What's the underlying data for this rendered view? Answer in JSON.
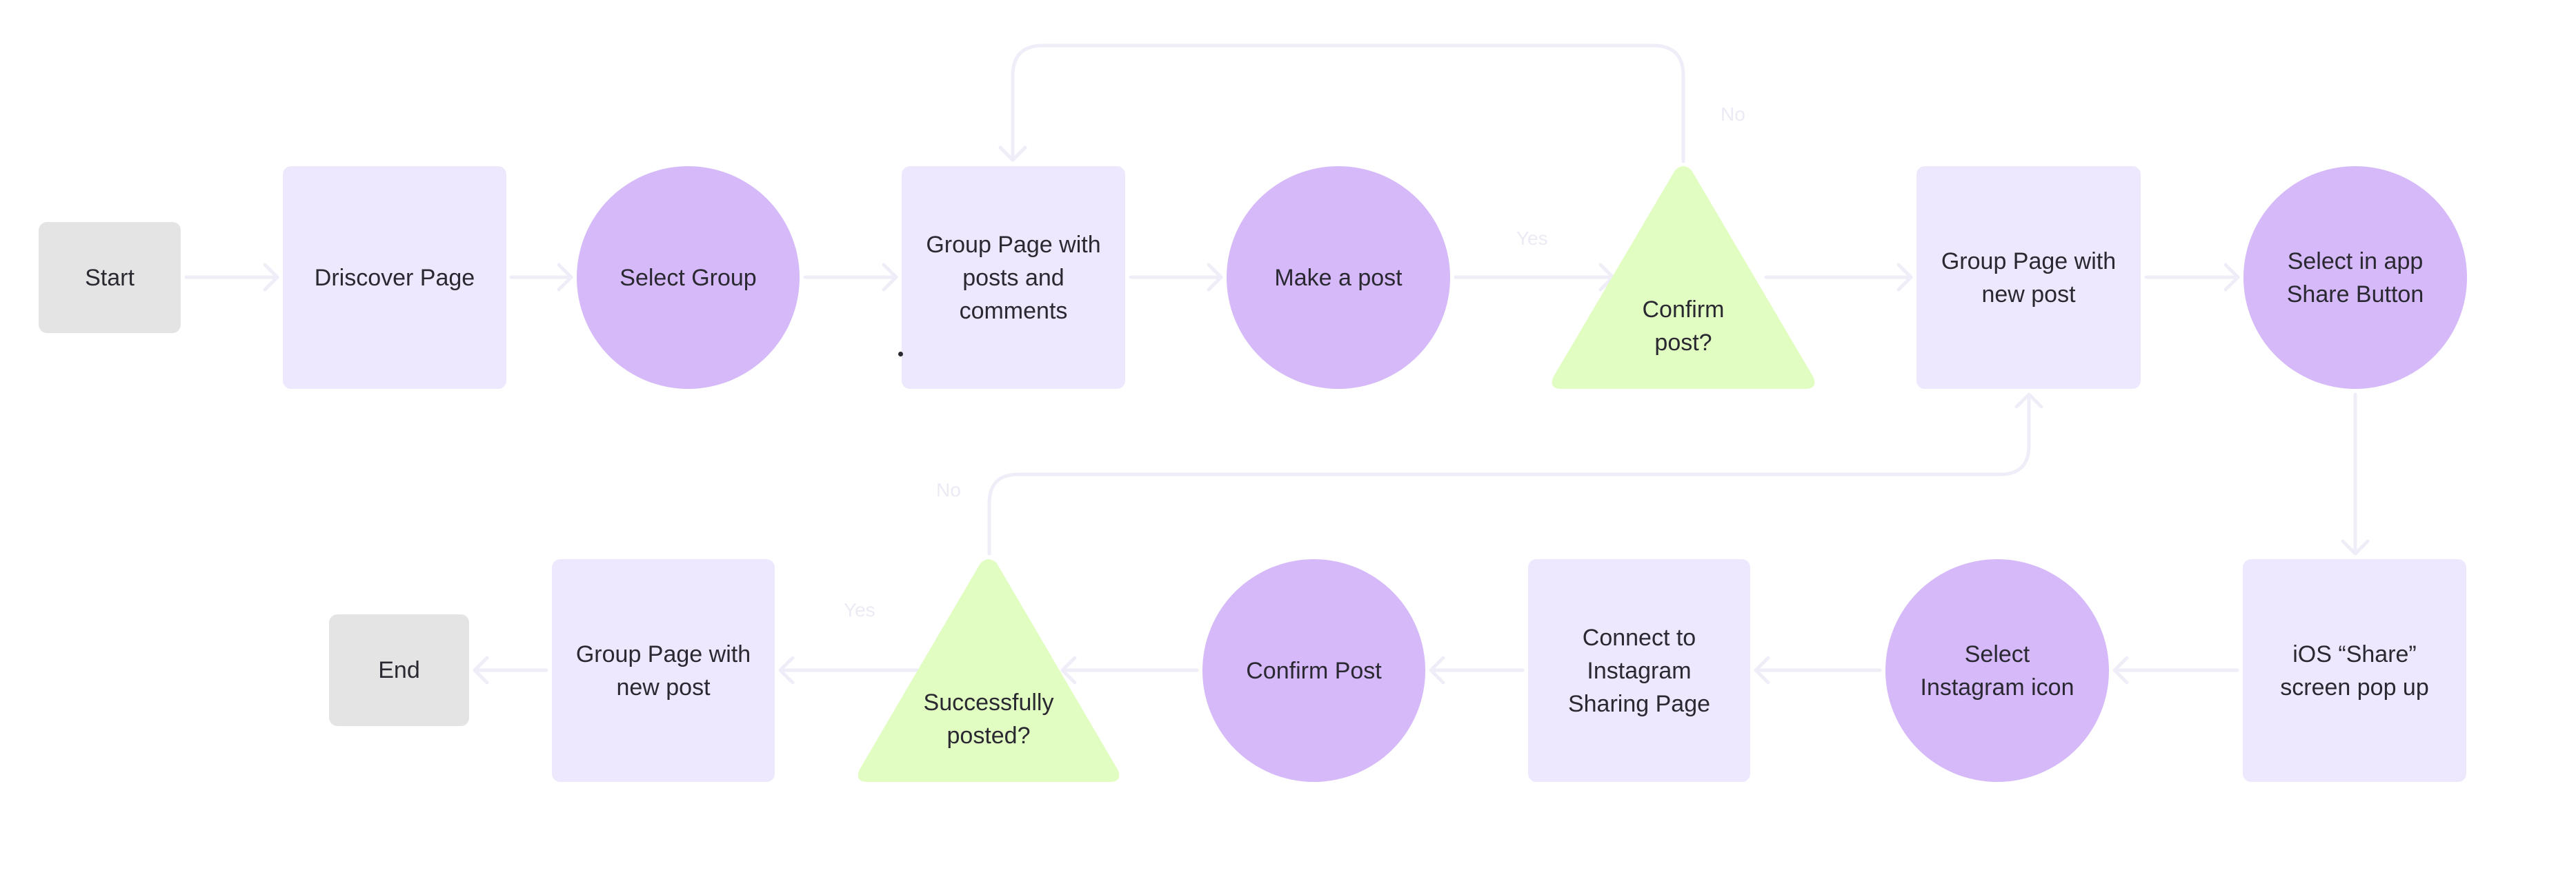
{
  "diagram": {
    "title": "Group post and Instagram share user flow",
    "colors": {
      "terminal": "#e4e4e4",
      "page": "#ede8fe",
      "action": "#d5b9f8",
      "decision": "#e1fdc1",
      "text": "#2a2831",
      "connector": "#efedf7"
    },
    "nodes": [
      {
        "id": "start",
        "type": "terminal",
        "label": "Start"
      },
      {
        "id": "discover",
        "type": "page",
        "label": "Driscover Page"
      },
      {
        "id": "select-group",
        "type": "action",
        "label": "Select Group"
      },
      {
        "id": "group-page-posts",
        "type": "page",
        "label": "Group Page with\nposts and\ncomments"
      },
      {
        "id": "make-post",
        "type": "action",
        "label": "Make a post"
      },
      {
        "id": "confirm-post-decision",
        "type": "decision",
        "label": "Confirm\npost?"
      },
      {
        "id": "group-page-new-post-top",
        "type": "page",
        "label": "Group Page with\nnew post"
      },
      {
        "id": "select-share",
        "type": "action",
        "label": "Select in app\nShare Button"
      },
      {
        "id": "ios-share",
        "type": "page",
        "label": "iOS “Share”\nscreen pop up"
      },
      {
        "id": "select-instagram",
        "type": "action",
        "label": "Select\nInstagram icon"
      },
      {
        "id": "connect-instagram",
        "type": "page",
        "label": "Connect to\nInstagram\nSharing Page"
      },
      {
        "id": "confirm-post",
        "type": "action",
        "label": "Confirm Post"
      },
      {
        "id": "success-decision",
        "type": "decision",
        "label": "Successfully\nposted?"
      },
      {
        "id": "group-page-new-post-bottom",
        "type": "page",
        "label": "Group Page with\nnew post"
      },
      {
        "id": "end",
        "type": "terminal",
        "label": "End"
      }
    ],
    "edges": [
      {
        "from": "start",
        "to": "discover",
        "label": ""
      },
      {
        "from": "discover",
        "to": "select-group",
        "label": ""
      },
      {
        "from": "select-group",
        "to": "group-page-posts",
        "label": ""
      },
      {
        "from": "group-page-posts",
        "to": "make-post",
        "label": ""
      },
      {
        "from": "make-post",
        "to": "confirm-post-decision",
        "label": "Yes"
      },
      {
        "from": "confirm-post-decision",
        "to": "group-page-posts",
        "label": "No"
      },
      {
        "from": "confirm-post-decision",
        "to": "group-page-new-post-top",
        "label": ""
      },
      {
        "from": "group-page-new-post-top",
        "to": "select-share",
        "label": ""
      },
      {
        "from": "select-share",
        "to": "ios-share",
        "label": ""
      },
      {
        "from": "ios-share",
        "to": "select-instagram",
        "label": ""
      },
      {
        "from": "select-instagram",
        "to": "connect-instagram",
        "label": ""
      },
      {
        "from": "connect-instagram",
        "to": "confirm-post",
        "label": ""
      },
      {
        "from": "confirm-post",
        "to": "success-decision",
        "label": ""
      },
      {
        "from": "success-decision",
        "to": "group-page-new-post-top",
        "label": "No"
      },
      {
        "from": "success-decision",
        "to": "group-page-new-post-bottom",
        "label": "Yes"
      },
      {
        "from": "group-page-new-post-bottom",
        "to": "end",
        "label": ""
      }
    ],
    "edge_labels": {
      "make_to_confirm": "Yes",
      "confirm_loop": "No",
      "success_no": "No",
      "success_yes": "Yes"
    }
  }
}
